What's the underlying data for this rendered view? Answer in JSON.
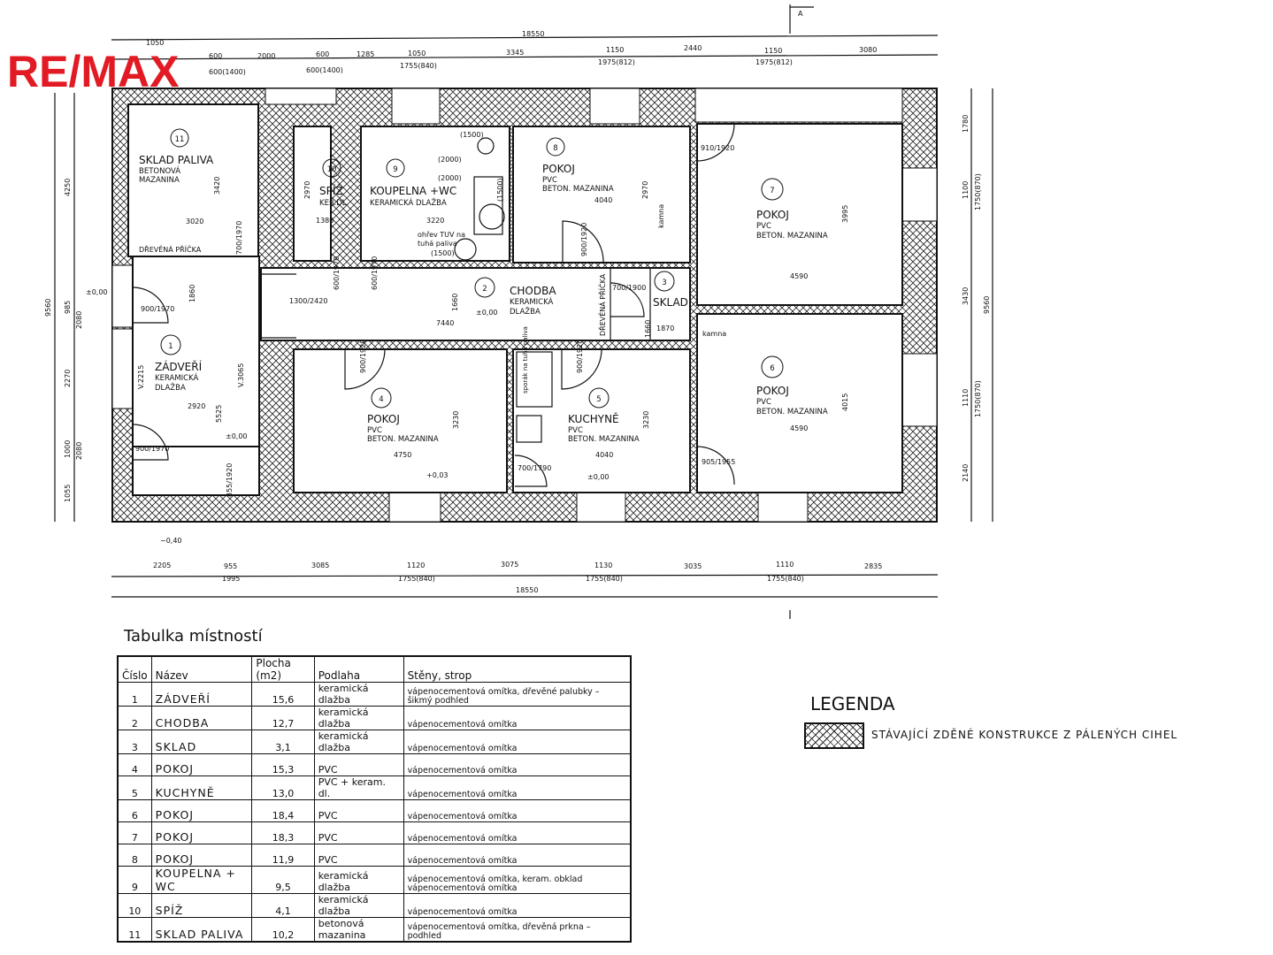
{
  "logo": "RE/MAX",
  "section_marker": "A",
  "rooms": [
    {
      "num": "11",
      "name": "SKLAD PALIVA",
      "sub1": "BETONOVÁ",
      "sub2": "MAZANINA"
    },
    {
      "num": "10",
      "name": "SPÍŽ",
      "sub1": "KER.DL.",
      "sub2": ""
    },
    {
      "num": "9",
      "name": "KOUPELNA +WC",
      "sub1": "KERAMICKÁ DLAŽBA",
      "sub2": ""
    },
    {
      "num": "8",
      "name": "POKOJ",
      "sub1": "PVC",
      "sub2": "BETON. MAZANINA"
    },
    {
      "num": "7",
      "name": "POKOJ",
      "sub1": "PVC",
      "sub2": "BETON. MAZANINA"
    },
    {
      "num": "2",
      "name": "CHODBA",
      "sub1": "KERAMICKÁ",
      "sub2": "DLAŽBA"
    },
    {
      "num": "3",
      "name": "SKLAD",
      "sub1": "",
      "sub2": ""
    },
    {
      "num": "1",
      "name": "ZÁDVEŘÍ",
      "sub1": "KERAMICKÁ",
      "sub2": "DLAŽBA"
    },
    {
      "num": "4",
      "name": "POKOJ",
      "sub1": "PVC",
      "sub2": "BETON. MAZANINA"
    },
    {
      "num": "5",
      "name": "KUCHYNĚ",
      "sub1": "PVC",
      "sub2": "BETON. MAZANINA"
    },
    {
      "num": "6",
      "name": "POKOJ",
      "sub1": "PVC",
      "sub2": "BETON. MAZANINA"
    }
  ],
  "plan_notes": {
    "drevena_pricka": "DŘEVĚNÁ PŘÍČKA",
    "drevena_pricka2": "DŘEVĚNÁ PŘÍČKA",
    "ohrev": "ohřev TUV na",
    "ohrev2": "tuhá paliva",
    "ohrev3": "(1500)",
    "kamna1": "kamna",
    "kamna2": "kamna",
    "sporak": "sporák na tuhá paliva",
    "lvl_entry": "±0,00",
    "lvl_zadveri": "±0,00",
    "lvl_chodba": "±0,00",
    "lvl_pokoj4": "+0,03",
    "lvl_kuchyne": "±0,00",
    "lvl_outside": "−0,40",
    "v2215": "V.2215",
    "v3065": "V.3065",
    "wc1500": "(1500)",
    "p2000a": "(2000)",
    "p2000b": "(2000)",
    "bath1500": "(1500)"
  },
  "dims": {
    "top_total": "18550",
    "top": [
      "1050",
      "600",
      "2000",
      "600",
      "1285",
      "1050",
      "3345",
      "1150",
      "2440",
      "1150",
      "3080"
    ],
    "top_sub": [
      "600(1400)",
      "600(1400)",
      "1755(840)",
      "1975(812)",
      "1975(812)"
    ],
    "bottom": [
      "2205",
      "955",
      "3085",
      "1120",
      "3075",
      "1130",
      "3035",
      "1110",
      "2835"
    ],
    "bottom_sub": [
      "1995",
      "1755(840)",
      "1755(840)",
      "1755(840)"
    ],
    "bottom_total": "18550",
    "left": [
      "4250",
      "985",
      "2270",
      "1000",
      "1055"
    ],
    "left_sub": [
      "2080",
      "2080"
    ],
    "left_total": "9560",
    "right": [
      "1780",
      "1100",
      "3430",
      "1110",
      "2140"
    ],
    "right_sub": [
      "1750(870)",
      "1750(870)"
    ],
    "right_total": "9560",
    "inner": [
      "3020",
      "3420",
      "1380",
      "2970",
      "3220",
      "4040",
      "2970",
      "4590",
      "3995",
      "7440",
      "1660",
      "1870",
      "1660",
      "2920",
      "5525",
      "4750",
      "3230",
      "4040",
      "3230",
      "4590",
      "4015",
      "1860"
    ],
    "doors": [
      "900/1970",
      "900/1970",
      "700/1970",
      "1300/2420",
      "600/1970",
      "600/1970",
      "900/1920",
      "910/1920",
      "700/1900",
      "900/1920",
      "900/1920",
      "700/1790",
      "905/1955",
      "855/1920"
    ]
  },
  "table": {
    "title": "Tabulka místností",
    "headers": [
      "Číslo",
      "Název",
      "Plocha (m2)",
      "Podlaha",
      "Stěny, strop"
    ],
    "rows": [
      [
        "1",
        "ZÁDVEŘÍ",
        "15,6",
        "keramická dlažba",
        "vápenocementová omítka, dřevěné palubky – šikmý podhled"
      ],
      [
        "2",
        "CHODBA",
        "12,7",
        "keramická dlažba",
        "vápenocementová omítka"
      ],
      [
        "3",
        "SKLAD",
        "3,1",
        "keramická dlažba",
        "vápenocementová omítka"
      ],
      [
        "4",
        "POKOJ",
        "15,3",
        "PVC",
        "vápenocementová omítka"
      ],
      [
        "5",
        "KUCHYNĚ",
        "13,0",
        "PVC + keram. dl.",
        "vápenocementová omítka"
      ],
      [
        "6",
        "POKOJ",
        "18,4",
        "PVC",
        "vápenocementová omítka"
      ],
      [
        "7",
        "POKOJ",
        "18,3",
        "PVC",
        "vápenocementová omítka"
      ],
      [
        "8",
        "POKOJ",
        "11,9",
        "PVC",
        "vápenocementová omítka"
      ],
      [
        "9",
        "KOUPELNA + WC",
        "9,5",
        "keramická dlažba",
        "vápenocementová omítka, keram. obklad vápenocementová omítka"
      ],
      [
        "10",
        "SPÍŽ",
        "4,1",
        "keramická dlažba",
        "vápenocementová omítka"
      ],
      [
        "11",
        "SKLAD PALIVA",
        "10,2",
        "betonová mazanina",
        "vápenocementová omítka, dřevěná prkna – podhled"
      ]
    ]
  },
  "legend": {
    "title": "LEGENDA",
    "item": "STÁVAJÍCÍ ZDĚNÉ KONSTRUKCE Z PÁLENÝCH CIHEL"
  },
  "colors": {
    "logo": "#e21a23",
    "line": "#111111"
  }
}
